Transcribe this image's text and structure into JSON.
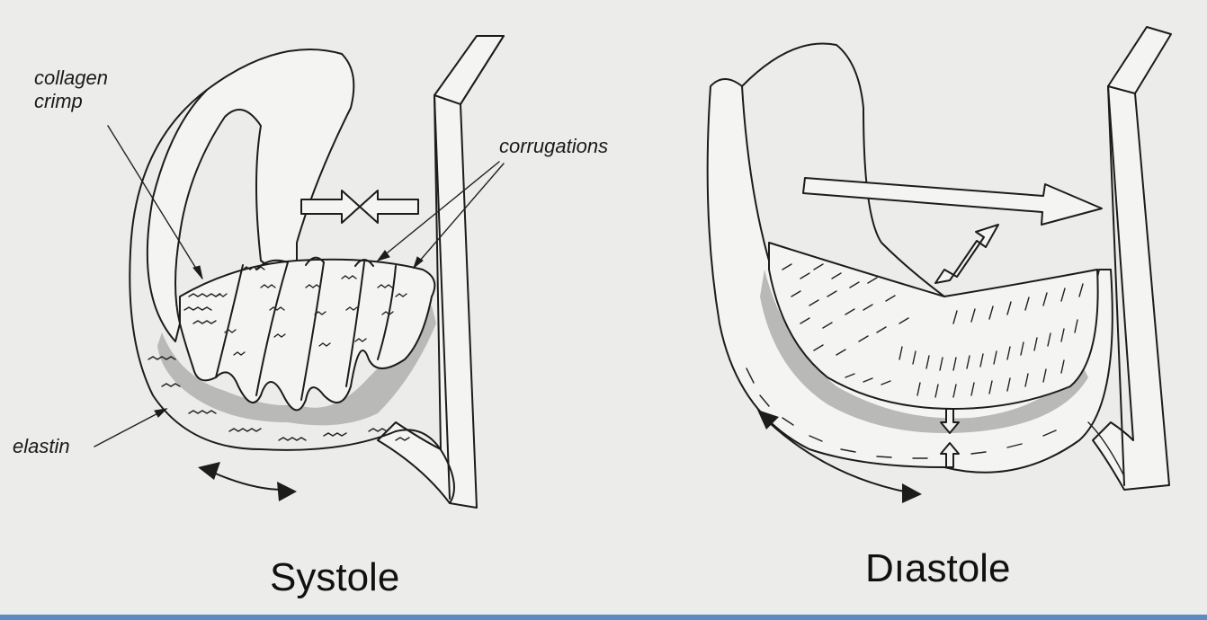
{
  "labels": {
    "collagen_crimp_line1": "collagen",
    "collagen_crimp_line2": "crimp",
    "corrugations": "corrugations",
    "elastin": "elastin"
  },
  "captions": {
    "systole": "Systole",
    "diastole": "Dıastole"
  },
  "colors": {
    "ink": "#1c1c1c",
    "shading": "#b9b9b7",
    "background": "#ececea",
    "bottom_bar": "#5b8bbf"
  }
}
